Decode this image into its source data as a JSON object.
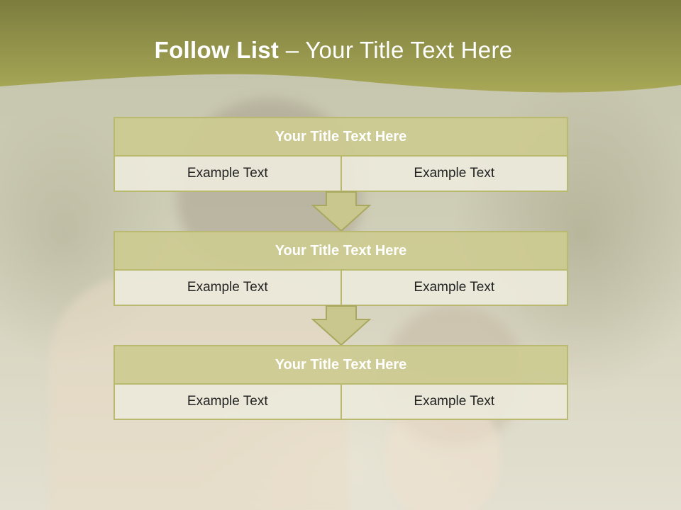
{
  "slide": {
    "title_strong": "Follow List",
    "title_rest": " – Your Title Text Here"
  },
  "theme": {
    "header_color": "#9a9a4c",
    "box_header_color": "#cdcb91",
    "box_border_color": "#b9b96f",
    "box_cell_color": "#ebe9da"
  },
  "steps": [
    {
      "title": "Your Title Text Here",
      "left": "Example Text",
      "right": "Example Text"
    },
    {
      "title": "Your Title Text Here",
      "left": "Example Text",
      "right": "Example Text"
    },
    {
      "title": "Your Title Text Here",
      "left": "Example Text",
      "right": "Example Text"
    }
  ],
  "icons": [
    "down-arrow-icon"
  ]
}
